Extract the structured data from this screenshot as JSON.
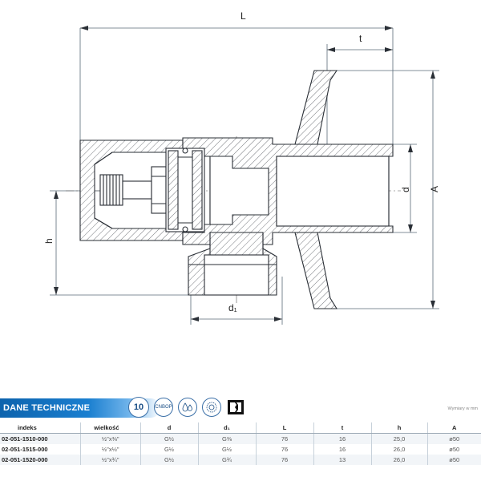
{
  "drawing": {
    "dim_labels": {
      "L": "L",
      "t": "t",
      "d": "d",
      "A": "A",
      "h": "h",
      "d1": "d₁"
    }
  },
  "header": {
    "title": "DANE TECHNICZNE",
    "units_note": "Wymiary w mm",
    "badges": [
      {
        "icon": "guarantee-10-icon",
        "text": "10"
      },
      {
        "icon": "cnbop-cert-icon",
        "text": "CNBOP"
      },
      {
        "icon": "water-drops-icon",
        "text": ""
      },
      {
        "icon": "quality-seal-icon",
        "text": ""
      },
      {
        "icon": "company-logo-icon",
        "text": ""
      }
    ]
  },
  "table": {
    "columns": [
      "indeks",
      "wielkość",
      "d",
      "d₁",
      "L",
      "t",
      "h",
      "A"
    ],
    "rows": [
      [
        "02-051-1510-000",
        "½\"x⅜\"",
        "G½",
        "G⅜",
        "76",
        "16",
        "25,0",
        "ø50"
      ],
      [
        "02-051-1515-000",
        "½\"x½\"",
        "G½",
        "G½",
        "76",
        "16",
        "26,0",
        "ø50"
      ],
      [
        "02-051-1520-000",
        "½\"x¾\"",
        "G½",
        "G¾",
        "76",
        "13",
        "26,0",
        "ø50"
      ]
    ]
  },
  "colors": {
    "header_blue": "#1a7fd0",
    "line": "#2a2f36"
  }
}
